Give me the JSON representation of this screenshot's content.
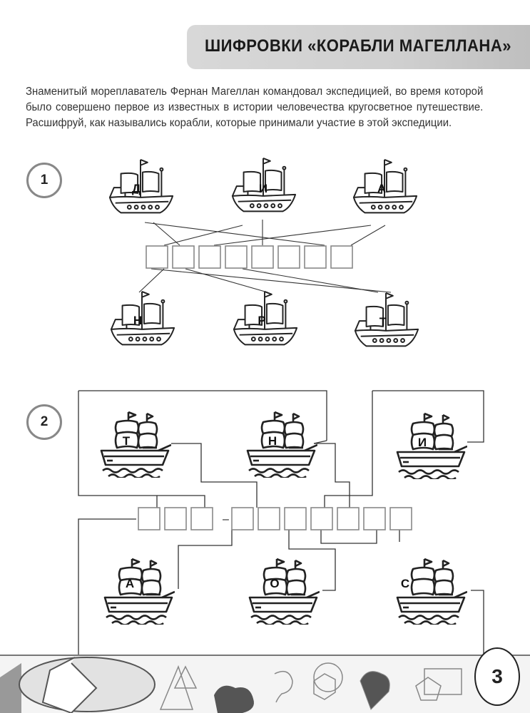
{
  "header": {
    "title": "ШИФРОВКИ «КОРАБЛИ МАГЕЛЛАНА»"
  },
  "intro": "Знаменитый мореплаватель Фернан Магеллан командовал экспедицией, во время которой было совершено первое из известных в истории человечества кругосветное путешествие. Расшифруй, как назывались корабли, которые принимали участие в этой экспедиции.",
  "task1": {
    "number": "1",
    "top_letters": [
      "Д",
      "И",
      "А"
    ],
    "bottom_letters": [
      "Н",
      "Р",
      "Т"
    ],
    "answer_boxes": 8
  },
  "task2": {
    "number": "2",
    "top_letters": [
      "Т",
      "Н",
      "И"
    ],
    "bottom_letters": [
      "А",
      "О",
      "С"
    ],
    "answer_boxes_before_dash": 3,
    "answer_boxes_after_dash": 7,
    "dash": "–"
  },
  "footer": {
    "page_number": "3"
  }
}
